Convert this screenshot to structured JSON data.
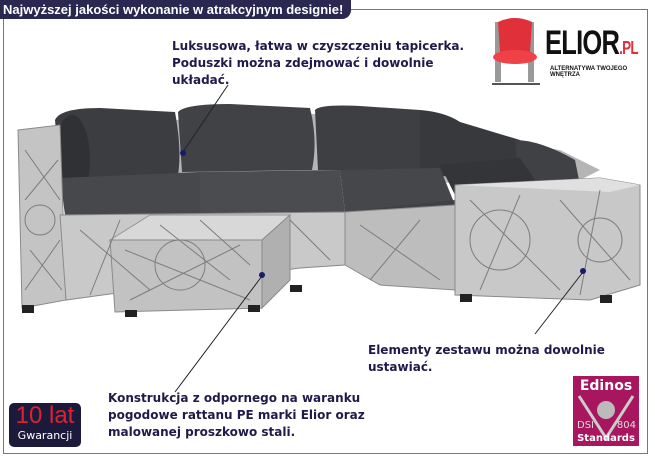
{
  "header": "Najwyższej jakości wykonanie w atrakcyjnym designie!",
  "notes": {
    "upholstery": [
      "Luksusowa, łatwa w czyszczeniu tapicerka.",
      "Poduszki można zdejmować i dowolnie",
      "układać."
    ],
    "arrangement": [
      "Elementy zestawu można dowolnie",
      "ustawiać."
    ],
    "construction": [
      "Konstrukcja z odpornego na waranku",
      "pogodowe rattanu PE marki Elior oraz",
      "malowanej proszkowo stali."
    ]
  },
  "logo": {
    "name": "ELIOR",
    "suffix": ".PL",
    "tagline": "ALTERNATYWA TWOJEGO WNĘTRZA"
  },
  "warranty": {
    "years": "10 lat",
    "label": "Gwarancji"
  },
  "certification": {
    "brand": "Edinos",
    "left": "DSI",
    "right": "804",
    "bottom": "Standards"
  },
  "colors": {
    "header_bg": "#2a2750",
    "text": "#1f1a4a",
    "cushion": "#3b3d40",
    "rattan": "#9a9a9a",
    "edinos": "#a8165f",
    "logo_red": "#e0303a"
  }
}
